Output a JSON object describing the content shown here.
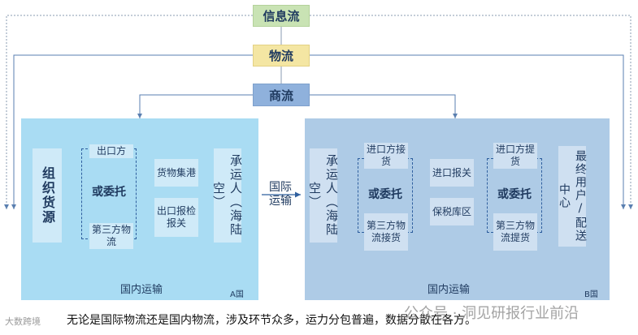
{
  "flows": {
    "info": "信息流",
    "goods": "物流",
    "trade": "商流"
  },
  "country_a": {
    "tag": "A国",
    "domestic_label": "国内运输",
    "source": "组织货源",
    "export_top": "出口方",
    "export_mid": "或委托",
    "export_bottom": "第三方物流",
    "port_top": "货物集港",
    "port_bottom": "出口报检报关",
    "carrier": "承运人（海陆空）"
  },
  "international": {
    "label": "国际运输"
  },
  "country_b": {
    "tag": "B国",
    "domestic_label": "国内运输",
    "carrier": "承运人（海陆空）",
    "import_top": "进口方接货",
    "import_mid": "或委托",
    "import_bottom": "第三方物流接货",
    "customs_top": "进口报关",
    "customs_bottom": "保税库区",
    "pickup_top": "进口方提货",
    "pickup_mid": "或委托",
    "pickup_bottom": "第三方物流提货",
    "end_user": "最终用户/配送中心"
  },
  "caption": "无论是国际物流还是国内物流，涉及环节众多，运力分包普遍，数据分散在各方。",
  "watermark": "公众号 · 洞见研报行业前沿",
  "brand": "大数跨境",
  "colors": {
    "info_flow": "#c9e3b4",
    "goods_flow": "#f4e6a3",
    "trade_flow": "#8fb1dc",
    "country_a_bg": "#a9dcf3",
    "country_b_bg": "#aecbe6",
    "arrow": "#2f5f9e"
  }
}
